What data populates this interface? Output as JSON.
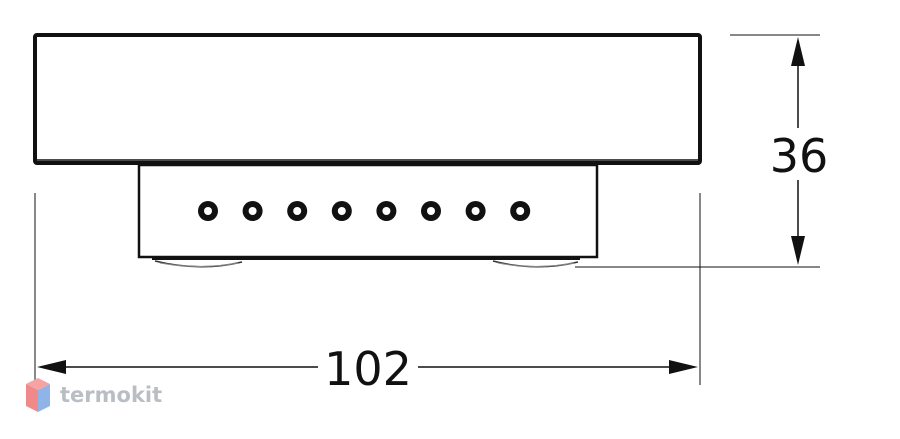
{
  "drawing": {
    "width_dimension": "102",
    "height_dimension": "36",
    "port_count": 8
  },
  "watermark": {
    "brand": "termokit"
  },
  "colors": {
    "line": "#111111",
    "logo_red": "#f08a8a",
    "logo_blue": "#8fb4e8",
    "logo_text": "#b9bec4"
  }
}
